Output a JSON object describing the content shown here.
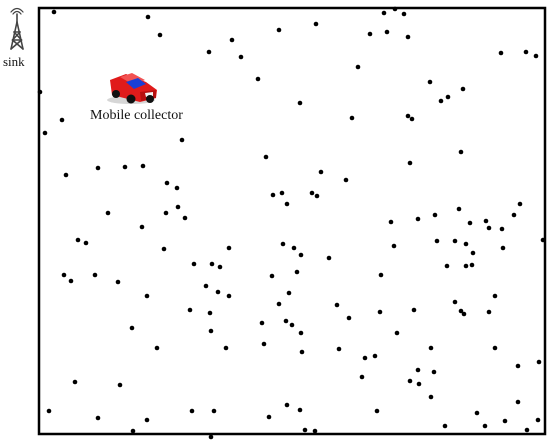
{
  "sink": {
    "label": "sink",
    "icon": "antenna-tower-icon"
  },
  "collector": {
    "label": "Mobile collector",
    "icon": "red-car-icon",
    "body_color": "#e01b1b",
    "window_color": "#1a3fd6"
  },
  "field": {
    "border_color": "#000000",
    "node_color": "#000000",
    "node_count": 196
  }
}
